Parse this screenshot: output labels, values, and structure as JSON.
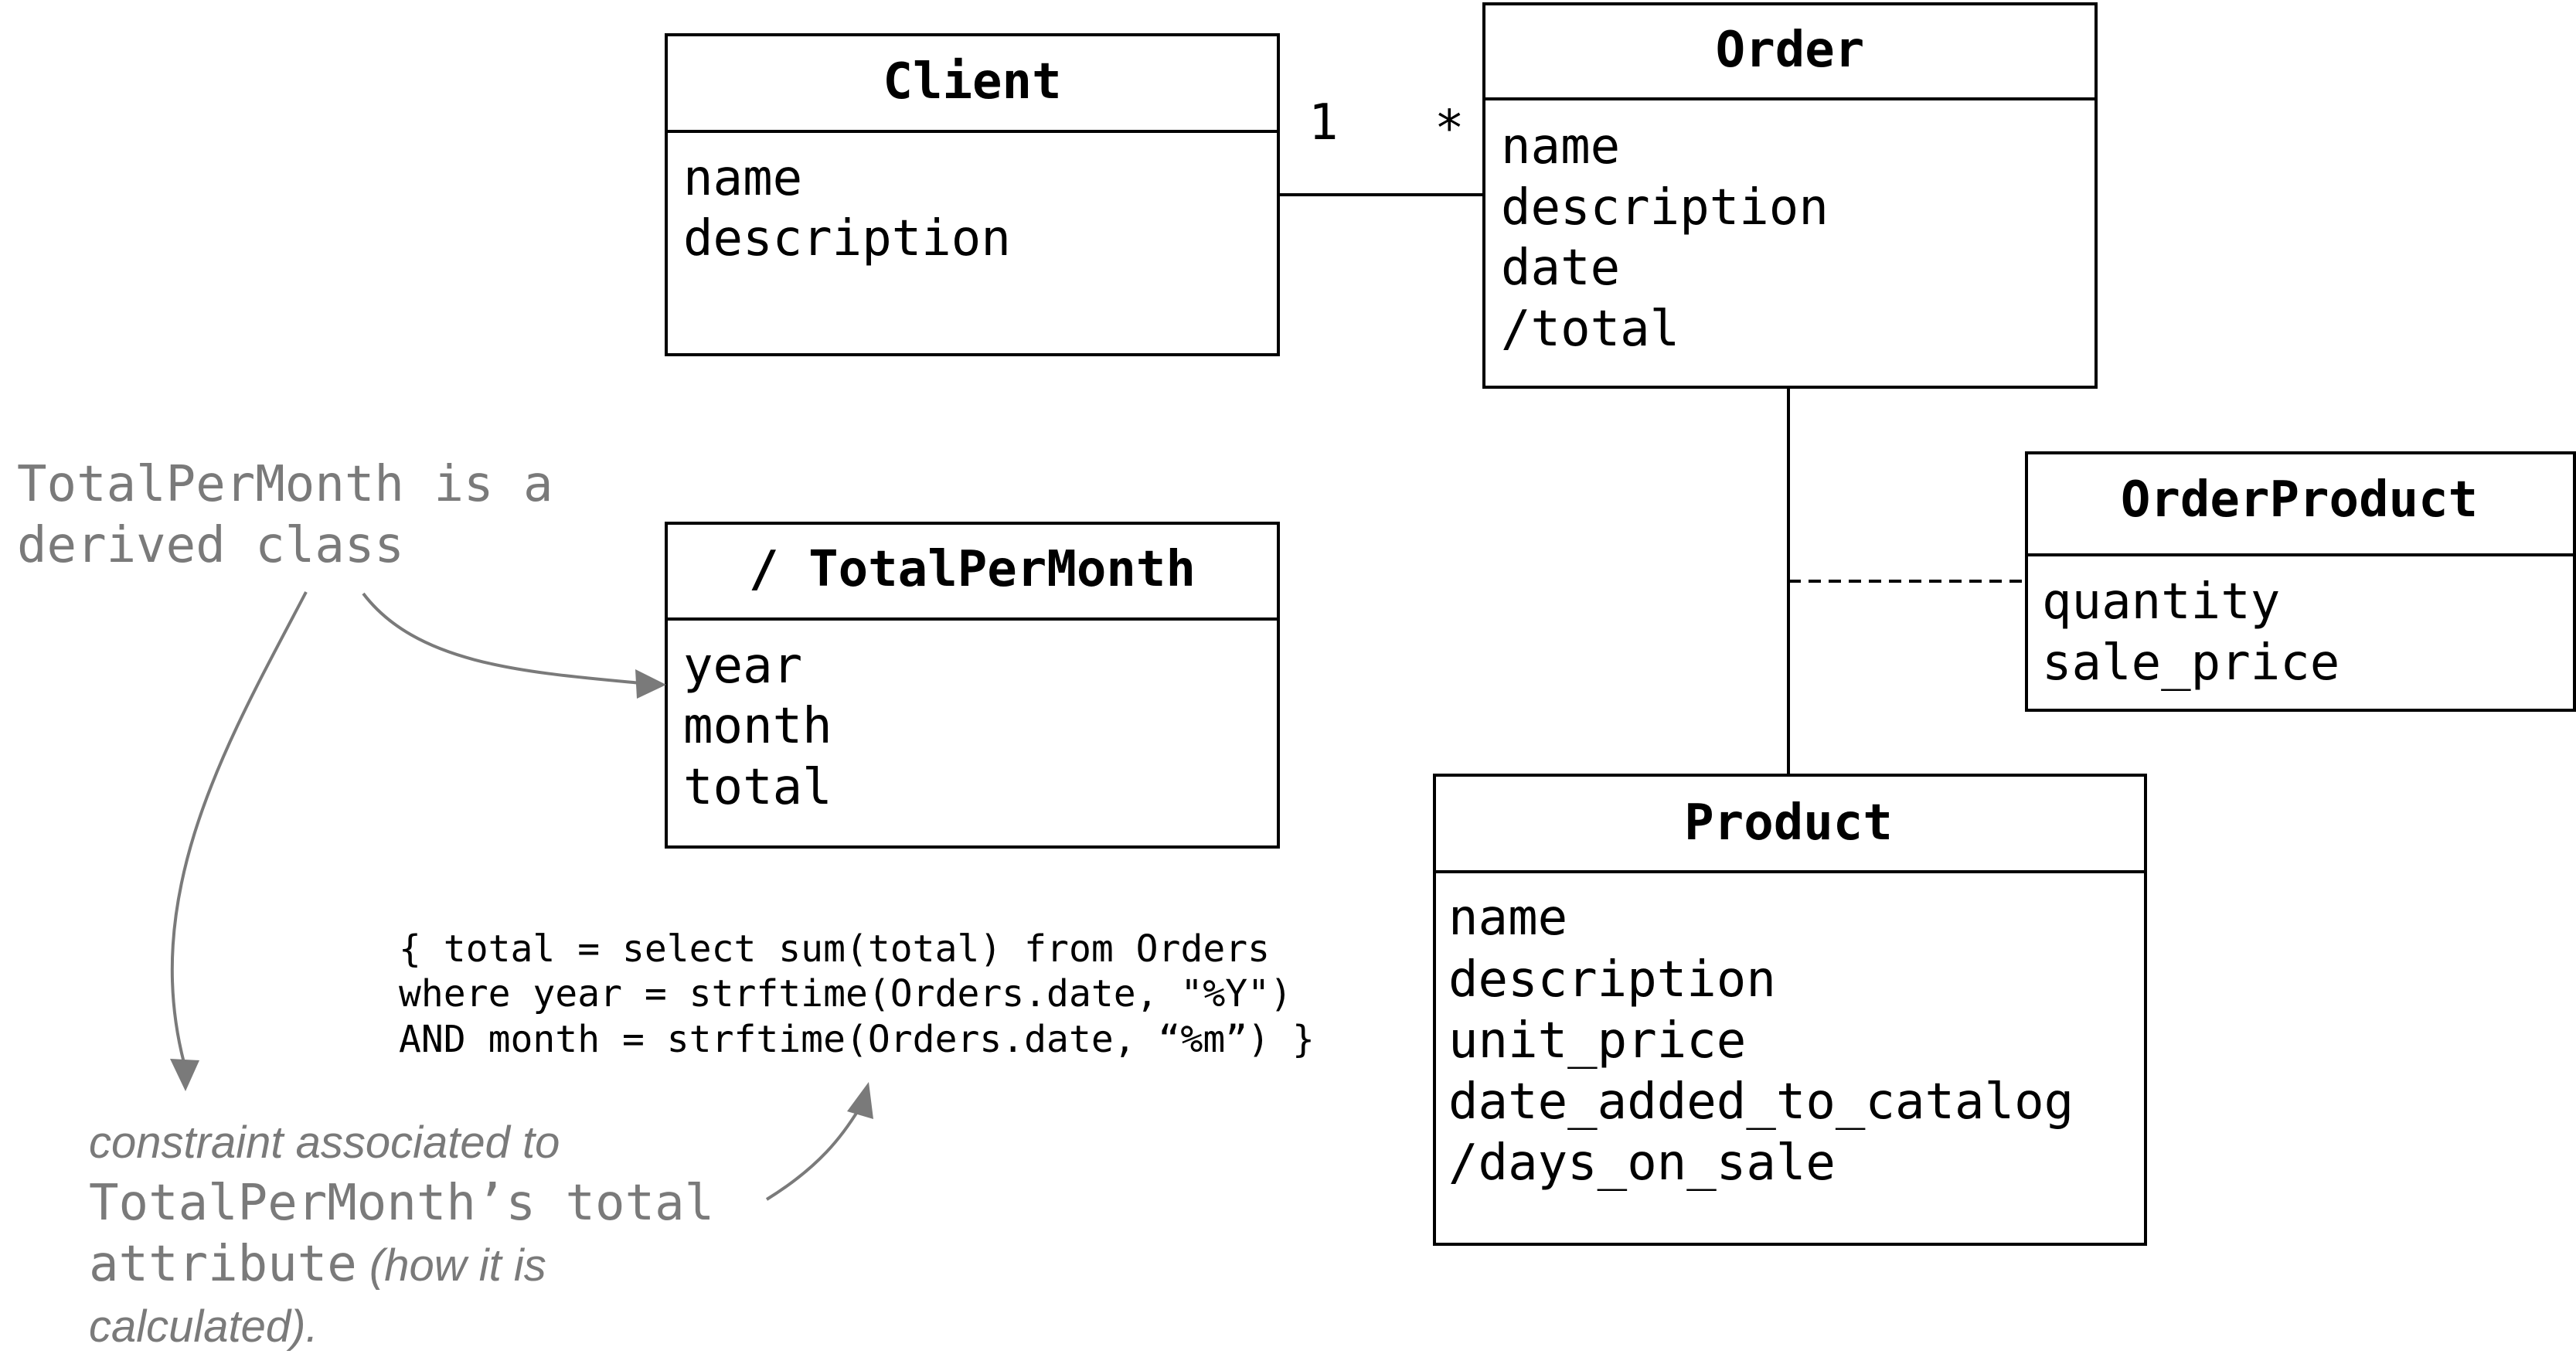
{
  "classes": {
    "client": {
      "title": "Client",
      "attributes": [
        "name",
        "description"
      ]
    },
    "order": {
      "title": "Order",
      "attributes": [
        "name",
        "description",
        "date",
        "/total"
      ]
    },
    "total_per_month": {
      "title": "/ TotalPerMonth",
      "attributes": [
        "year",
        "month",
        "total"
      ]
    },
    "order_product": {
      "title": "OrderProduct",
      "attributes": [
        "quantity",
        "sale_price"
      ]
    },
    "product": {
      "title": "Product",
      "attributes": [
        "name",
        "description",
        "unit_price",
        "date_added_to_catalog",
        "/days_on_sale"
      ]
    }
  },
  "associations": {
    "client_order": {
      "client_multiplicity": "1",
      "order_multiplicity": "*"
    }
  },
  "notes": {
    "derived": {
      "line1": "TotalPerMonth is a",
      "line2": "derived class"
    },
    "constraint_code": {
      "line1": "{ total = select sum(total) from Orders",
      "line2": "where year = strftime(Orders.date, \"%Y\")",
      "line3": "AND month = strftime(Orders.date, “%m”) }"
    },
    "constraint_desc": {
      "line1": "constraint associated to",
      "line2": "TotalPerMonth’s total",
      "line3_mono": "attribute",
      "line3_italic": " (how it is",
      "line4": "calculated)."
    }
  },
  "colors": {
    "note_gray": "#7a7a7a",
    "ink": "#000000"
  }
}
